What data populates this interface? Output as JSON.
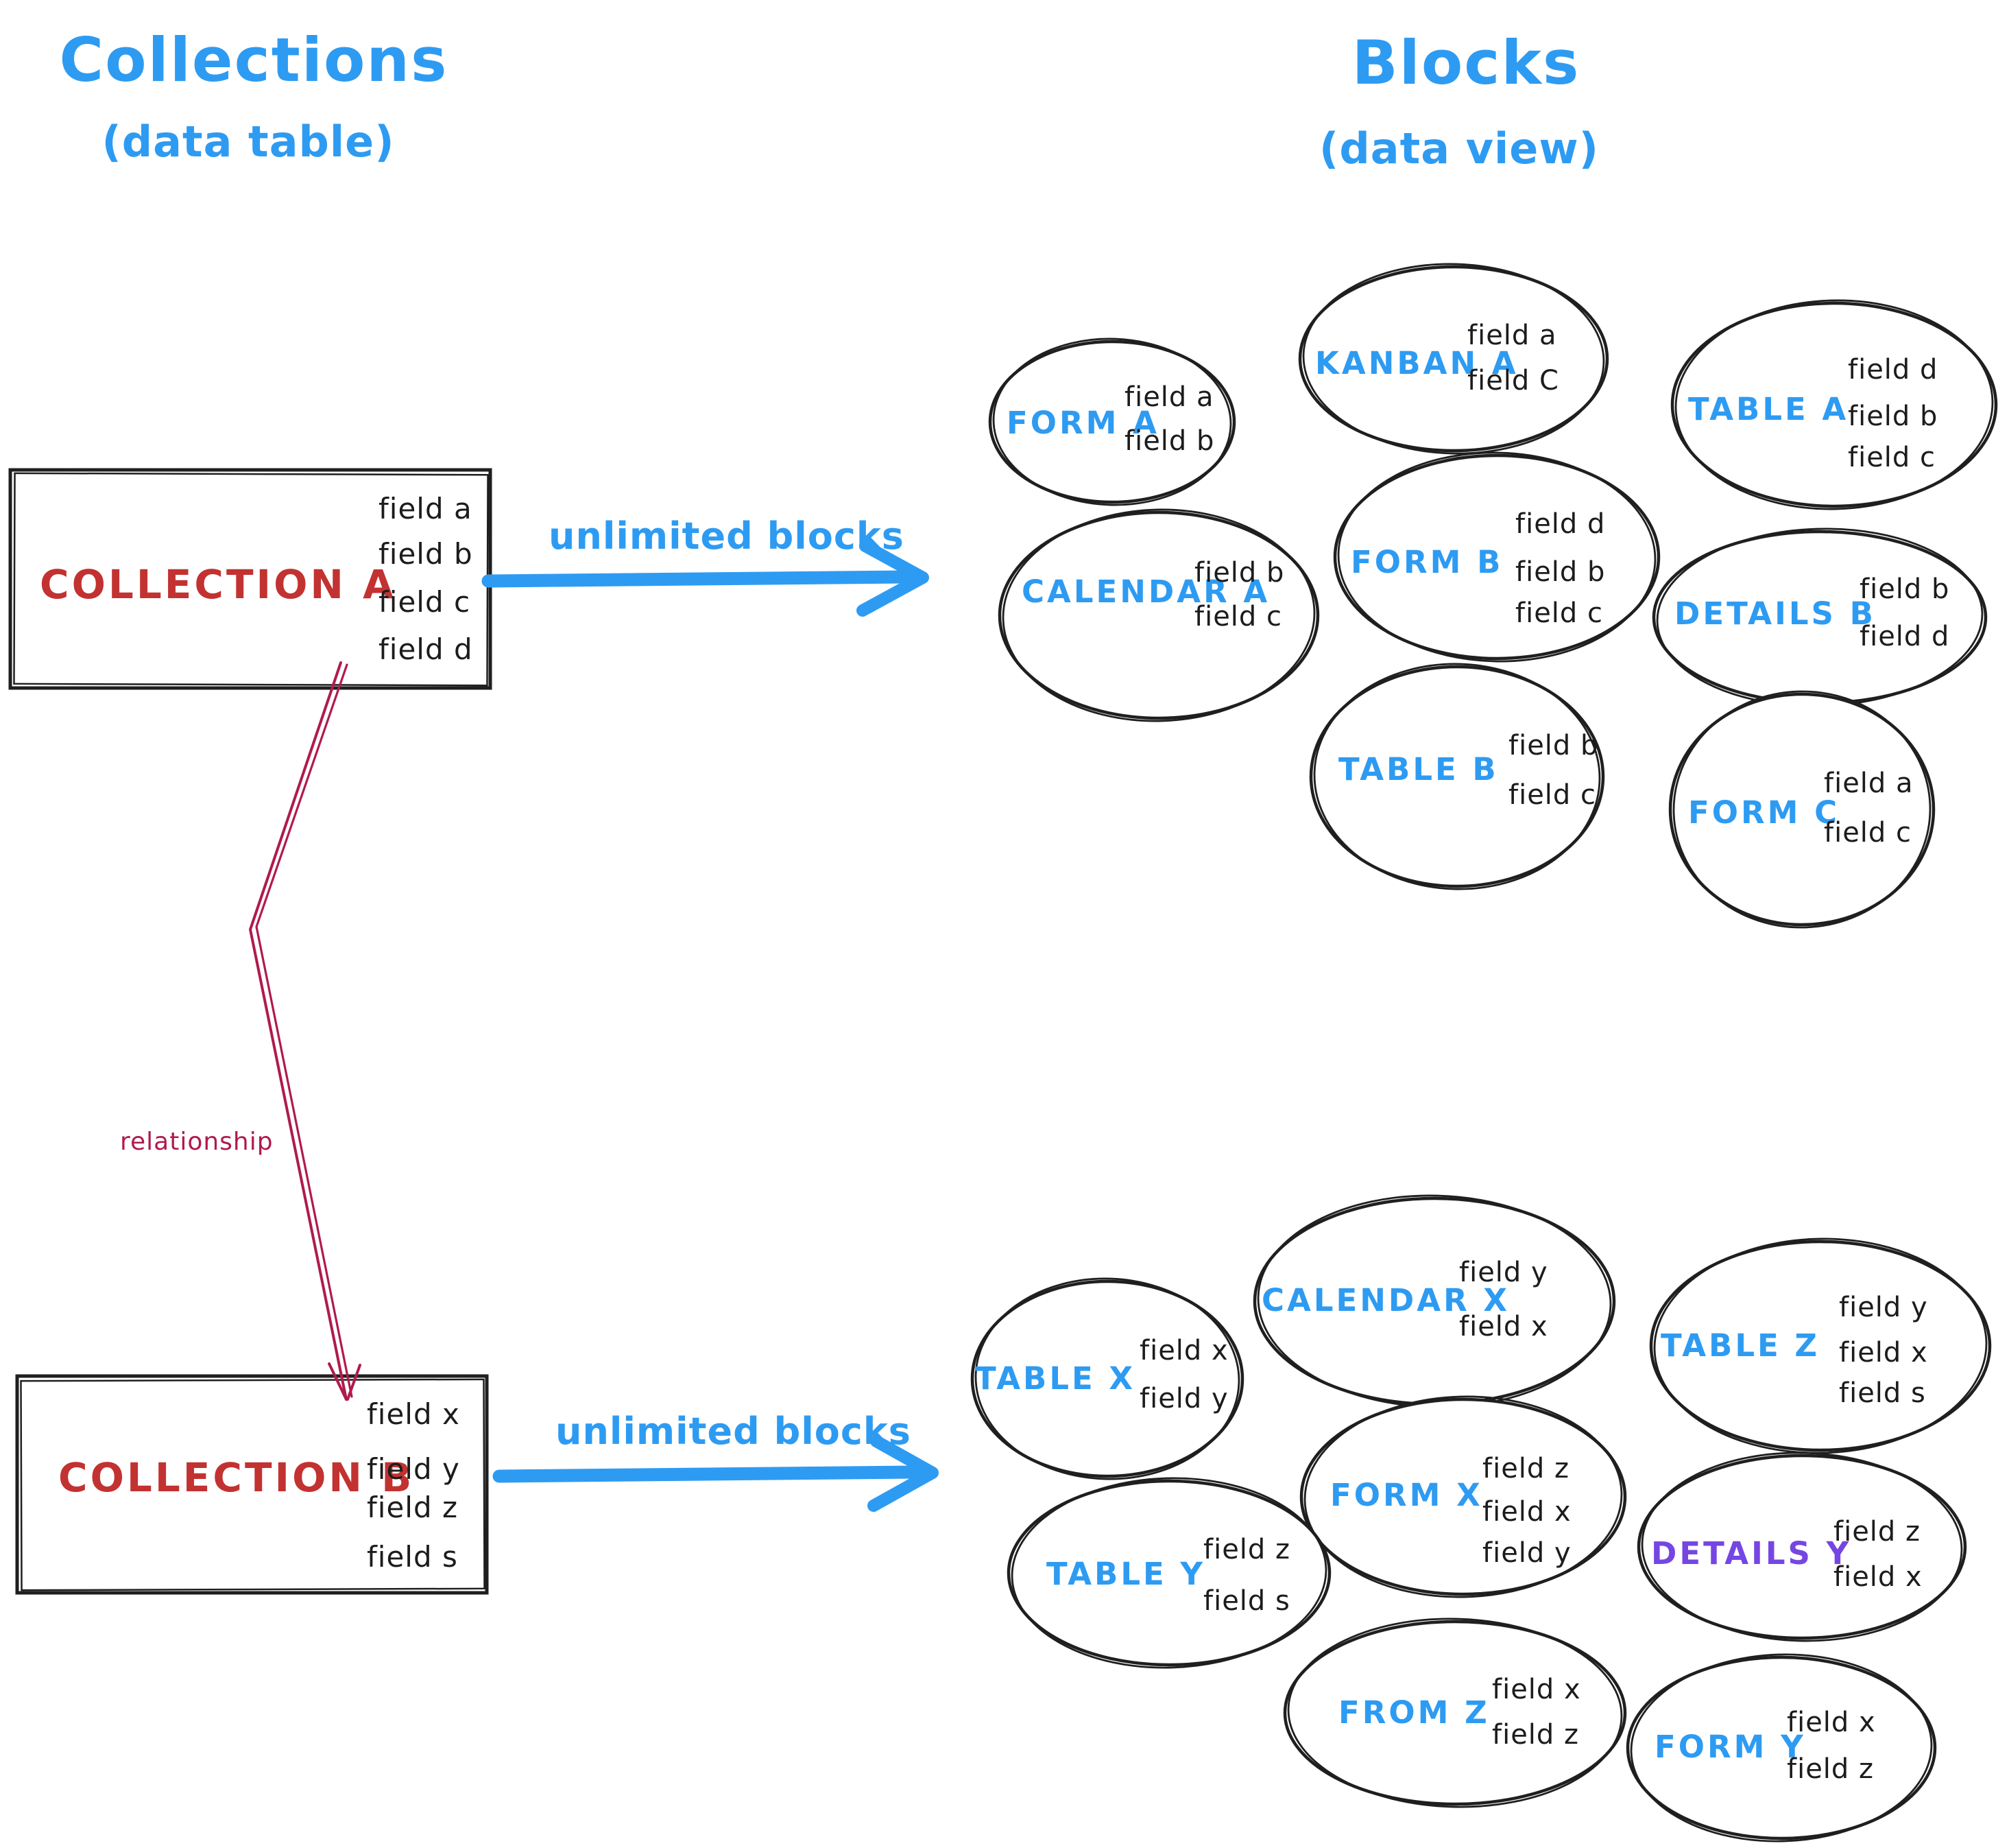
{
  "left_column": {
    "title": "Collections",
    "subtitle": "(data table)",
    "collections": [
      {
        "name": "COLLECTION A",
        "fields": [
          "field a",
          "field b",
          "field c",
          "field d"
        ]
      },
      {
        "name": "COLLECTION B",
        "fields": [
          "field x",
          "field y",
          "field z",
          "field s"
        ]
      }
    ],
    "relationship_label": "relationship"
  },
  "right_column": {
    "title": "Blocks",
    "subtitle": "(data view)",
    "collection_a_blocks": [
      {
        "label": "FORM A",
        "fields": [
          "field a",
          "field b"
        ]
      },
      {
        "label": "KANBAN A",
        "fields": [
          "field a",
          "field C"
        ]
      },
      {
        "label": "TABLE A",
        "fields": [
          "field d",
          "field b",
          "field c"
        ]
      },
      {
        "label": "CALENDAR A",
        "fields": [
          "field b",
          "field c"
        ]
      },
      {
        "label": "FORM B",
        "fields": [
          "field d",
          "field b",
          "field c"
        ]
      },
      {
        "label": "DETAILS B",
        "fields": [
          "field b",
          "field d"
        ]
      },
      {
        "label": "TABLE B",
        "fields": [
          "field b",
          "field c"
        ]
      },
      {
        "label": "FORM C",
        "fields": [
          "field a",
          "field c"
        ]
      }
    ],
    "collection_b_blocks": [
      {
        "label": "TABLE X",
        "fields": [
          "field x",
          "field y"
        ]
      },
      {
        "label": "CALENDAR X",
        "fields": [
          "field y",
          "field x"
        ]
      },
      {
        "label": "TABLE Z",
        "fields": [
          "field y",
          "field x",
          "field s"
        ]
      },
      {
        "label": "TABLE Y",
        "fields": [
          "field z",
          "field s"
        ]
      },
      {
        "label": "FORM X",
        "fields": [
          "field z",
          "field x",
          "field y"
        ]
      },
      {
        "label": "DETAILS Y",
        "fields": [
          "field z",
          "field x"
        ]
      },
      {
        "label": "FROM Z",
        "fields": [
          "field x",
          "field z"
        ]
      },
      {
        "label": "FORM Y",
        "fields": [
          "field x",
          "field z"
        ]
      }
    ]
  },
  "arrows": {
    "collection_a_label": "unlimited blocks",
    "collection_b_label": "unlimited blocks"
  },
  "colors": {
    "blue": "#2e9bf2",
    "red": "#c23231",
    "crimson": "#b01a4e",
    "purple": "#7646e3",
    "ink": "#1c1c1c"
  }
}
